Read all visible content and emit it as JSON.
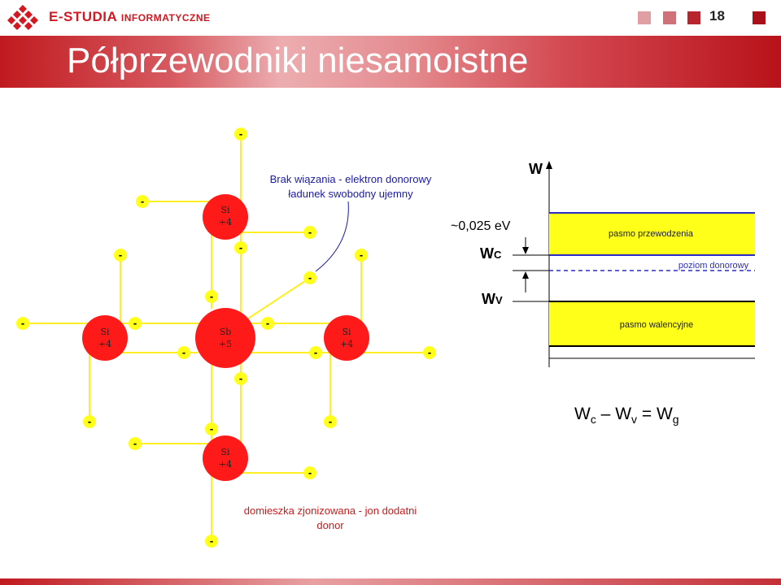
{
  "header": {
    "brand_main": "E-STUDIA",
    "brand_small": "INFORMATYCZNE",
    "page_number": "18",
    "square_colors": [
      "#e0a0a3",
      "#d07078",
      "#b8252e",
      "#a8101a"
    ]
  },
  "slide": {
    "title": "Półprzewodniki niesamoistne"
  },
  "lattice": {
    "atoms": [
      {
        "symbol": "Si",
        "charge": "+4"
      },
      {
        "symbol": "Sb",
        "charge": "+5"
      },
      {
        "symbol": "Si",
        "charge": "+4"
      },
      {
        "symbol": "Si",
        "charge": "+4"
      },
      {
        "symbol": "Si",
        "charge": "+4"
      }
    ],
    "electron_symbol": "-",
    "annotation_free_electron": {
      "line1": "Brak wiązania - elektron donorowy",
      "line2": "ładunek swobodny ujemny",
      "color": "#1a1aa8"
    },
    "annotation_donor_ion": {
      "line1": "domieszka zjonizowana - jon dodatni",
      "line2": "donor",
      "color": "#cc1a1a"
    },
    "colors": {
      "atom": "#ff1a1a",
      "electron": "#ffff1a",
      "bond": "#ffee22"
    }
  },
  "band_diagram": {
    "axis_label": "W",
    "energy_gap_label": "~0,025 eV",
    "wc_label": "W",
    "wc_sub": "C",
    "wv_label": "W",
    "wv_sub": "V",
    "conduction_band": "pasmo przewodzenia",
    "donor_level": "poziom donorowy",
    "valence_band": "pasmo walencyjne",
    "colors": {
      "band_fill": "#ffff1a",
      "conduction_edge": "#2a2ac8",
      "valence_edge": "#000000"
    }
  },
  "equation": {
    "w1": "W",
    "s1": "c",
    "op1": " – ",
    "w2": "W",
    "s2": "v",
    "op2": " = ",
    "w3": "W",
    "s3": "g"
  }
}
